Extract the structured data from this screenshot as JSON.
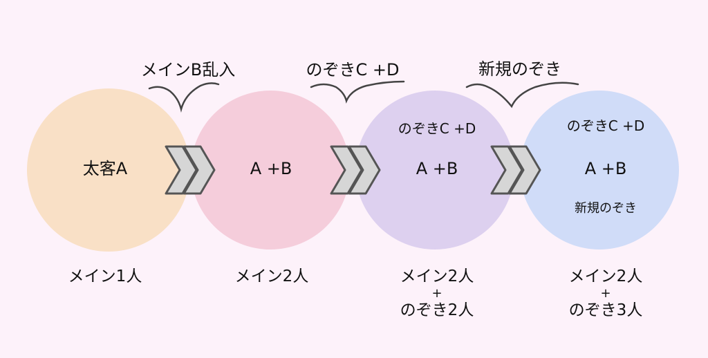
{
  "colors": {
    "background": "#fdf2fa",
    "circle_1": "#f9e0c6",
    "circle_2": "#f5cddb",
    "circle_3": "#ddd0ef",
    "circle_4": "#d0dcf8",
    "arrow_fill": "#d6d6d6",
    "arrow_stroke": "#555555",
    "annotation_stroke": "#444444"
  },
  "icons": [
    "double-chevron-right-icon"
  ],
  "stages": [
    {
      "top": "",
      "center": "太客A",
      "bottom": "",
      "caption": [
        "メイン1人"
      ]
    },
    {
      "top": "",
      "center": "A +B",
      "bottom": "",
      "caption": [
        "メイン2人"
      ]
    },
    {
      "top": "のぞきC +D",
      "center": "A +B",
      "bottom": "",
      "caption": [
        "メイン2人",
        "+",
        "のぞき2人"
      ]
    },
    {
      "top": "のぞきC +D",
      "center": "A +B",
      "bottom": "新規のぞき",
      "caption": [
        "メイン2人",
        "+",
        "のぞき3人"
      ]
    }
  ],
  "annotations": [
    "メインB乱入",
    "のぞきC +D",
    "新規のぞき"
  ]
}
